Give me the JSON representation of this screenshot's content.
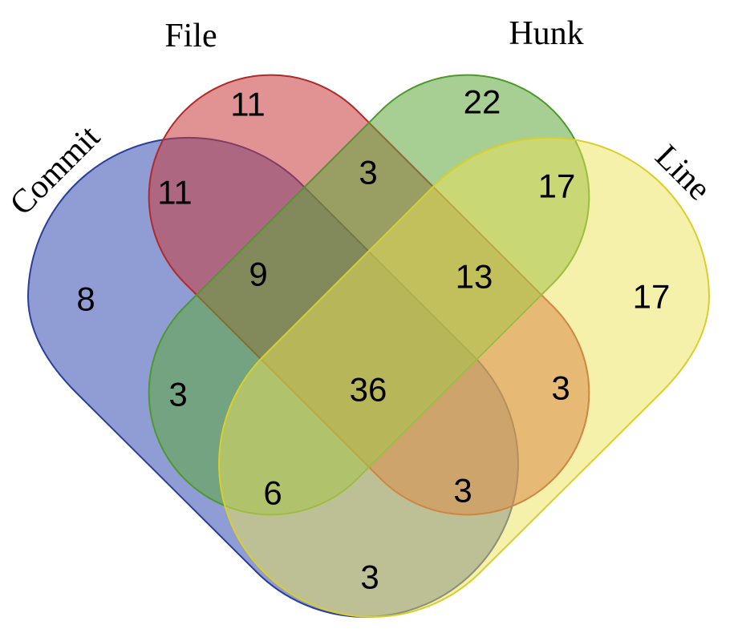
{
  "diagram": {
    "type": "venn-4-set",
    "sets": [
      {
        "key": "commit",
        "label": "Commit",
        "color": "#3a52b4"
      },
      {
        "key": "file",
        "label": "File",
        "color": "#c93a3a"
      },
      {
        "key": "hunk",
        "label": "Hunk",
        "color": "#5fa83c"
      },
      {
        "key": "line",
        "label": "Line",
        "color": "#e9e252"
      }
    ],
    "regions": [
      {
        "sets": [
          "commit"
        ],
        "count": "8"
      },
      {
        "sets": [
          "file"
        ],
        "count": "11"
      },
      {
        "sets": [
          "hunk"
        ],
        "count": "22"
      },
      {
        "sets": [
          "line"
        ],
        "count": "17"
      },
      {
        "sets": [
          "commit",
          "file"
        ],
        "count": "11"
      },
      {
        "sets": [
          "file",
          "hunk"
        ],
        "count": "3"
      },
      {
        "sets": [
          "hunk",
          "line"
        ],
        "count": "17"
      },
      {
        "sets": [
          "commit",
          "file",
          "hunk"
        ],
        "count": "9"
      },
      {
        "sets": [
          "file",
          "hunk",
          "line"
        ],
        "count": "13"
      },
      {
        "sets": [
          "commit",
          "hunk"
        ],
        "count": "3"
      },
      {
        "sets": [
          "commit",
          "file",
          "hunk",
          "line"
        ],
        "count": "36"
      },
      {
        "sets": [
          "file",
          "line"
        ],
        "count": "3"
      },
      {
        "sets": [
          "commit",
          "hunk",
          "line"
        ],
        "count": "6"
      },
      {
        "sets": [
          "commit",
          "file",
          "line"
        ],
        "count": "3"
      },
      {
        "sets": [
          "commit",
          "line"
        ],
        "count": "3"
      }
    ]
  }
}
